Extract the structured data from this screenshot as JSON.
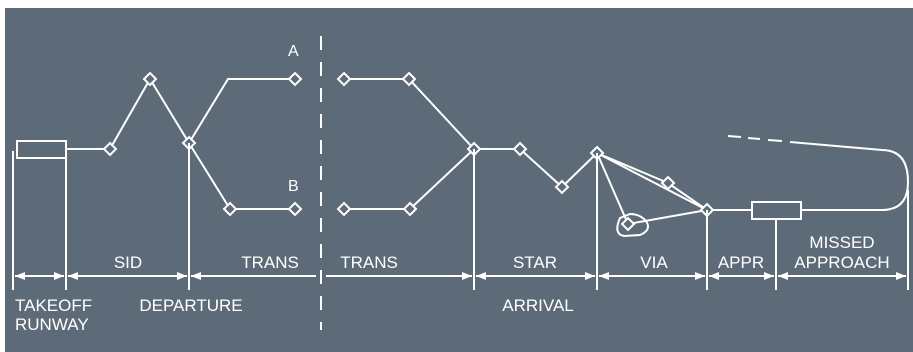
{
  "colors": {
    "background": "#5d6b78",
    "lines": "#ffffff"
  },
  "points": {
    "a": "A",
    "b": "B"
  },
  "segments": {
    "sid": "SID",
    "trans_dep": "TRANS",
    "trans_arr": "TRANS",
    "star": "STAR",
    "via": "VIA",
    "appr": "APPR",
    "missed_line1": "MISSED",
    "missed_line2": "APPROACH"
  },
  "phases": {
    "takeoff_line1": "TAKEOFF",
    "takeoff_line2": "RUNWAY",
    "departure": "DEPARTURE",
    "arrival": "ARRIVAL"
  }
}
